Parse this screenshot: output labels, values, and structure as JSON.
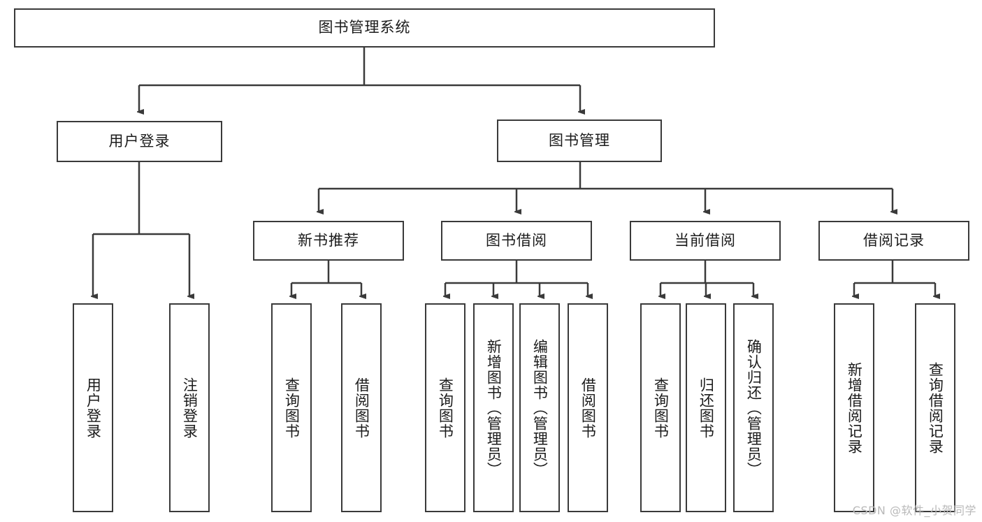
{
  "diagram": {
    "type": "tree-hierarchy",
    "title": "图书管理系统",
    "watermark": "CSDN @软件_小贺同学",
    "colors": {
      "stroke": "#3a3a3a",
      "fill": "#ffffff",
      "text": "#1b1b1b",
      "watermark": "#b9b9b9"
    },
    "nodes": {
      "root": {
        "label": "图书管理系统"
      },
      "level1": [
        {
          "label": "用户登录"
        },
        {
          "label": "图书管理"
        }
      ],
      "level2": [
        {
          "label": "新书推荐"
        },
        {
          "label": "图书借阅"
        },
        {
          "label": "当前借阅"
        },
        {
          "label": "借阅记录"
        }
      ],
      "leaves": {
        "user_login": [
          {
            "label": "用户登录"
          },
          {
            "label": "注销登录"
          }
        ],
        "new_book": [
          {
            "label": "查询图书"
          },
          {
            "label": "借阅图书"
          }
        ],
        "book_borrow": [
          {
            "label": "查询图书"
          },
          {
            "label": "新增图书（管理员）"
          },
          {
            "label": "编辑图书（管理员）"
          },
          {
            "label": "借阅图书"
          }
        ],
        "current_borrow": [
          {
            "label": "查询图书"
          },
          {
            "label": "归还图书"
          },
          {
            "label": "确认归还（管理员）"
          }
        ],
        "borrow_record": [
          {
            "label": "新增借阅记录"
          },
          {
            "label": "查询借阅记录"
          }
        ]
      }
    }
  }
}
